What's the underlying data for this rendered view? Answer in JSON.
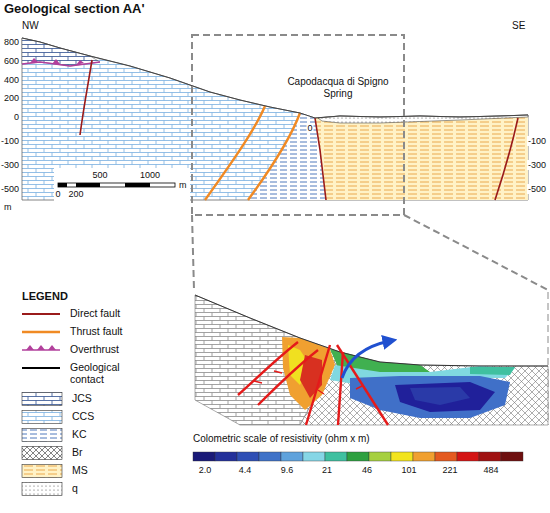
{
  "diagram": {
    "title": "Geological section AA'",
    "labels": [
      "NW",
      "SE",
      "800",
      "600",
      "400",
      "200",
      "0",
      "-100",
      "-300",
      "-500",
      "m",
      "500",
      "1000",
      "0",
      "200",
      "m",
      "Capodacqua di Spigno Spring",
      "0",
      "LEGEND",
      "Colometric scale of resistivity (ohm x m)",
      "2.0",
      "4.4",
      "9.6",
      "21",
      "46",
      "101",
      "221",
      "484",
      "-100",
      "-300",
      "-500"
    ],
    "legend": [
      {
        "text": "Direct fault"
      },
      {
        "text": "Thrust fault"
      },
      {
        "text": "Overthrust"
      },
      {
        "text": "Geological contact"
      },
      {
        "text": "JCS"
      },
      {
        "text": "CCS"
      },
      {
        "text": "KC"
      },
      {
        "text": "Br"
      },
      {
        "text": "MS"
      },
      {
        "text": "q"
      }
    ]
  }
}
